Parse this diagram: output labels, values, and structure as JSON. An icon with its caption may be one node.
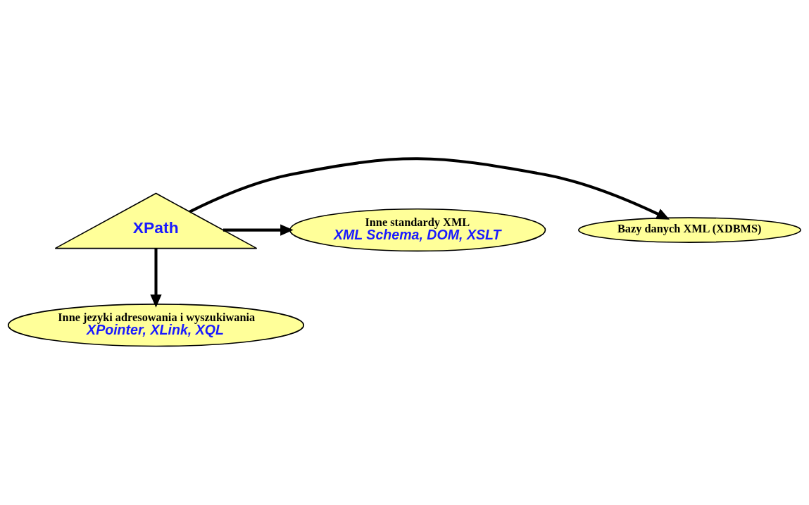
{
  "diagram": {
    "nodes": [
      {
        "text": [
          "XPath"
        ]
      },
      {
        "text": [
          "Bazy danych XML (XDBMS)"
        ]
      },
      {
        "text": [
          "Inne standardy XML",
          "XML Schema, DOM, XSLT"
        ]
      },
      {
        "text": [
          "Inne jezyki adresowania i wyszukiwania",
          "XPointer, XLink, XQL"
        ]
      }
    ],
    "edges": [
      {
        "from": 0,
        "to": 1,
        "arrow": "to"
      },
      {
        "from": 0,
        "to": 2,
        "arrow": "to"
      },
      {
        "from": 0,
        "to": 3,
        "arrow": "to"
      }
    ]
  }
}
